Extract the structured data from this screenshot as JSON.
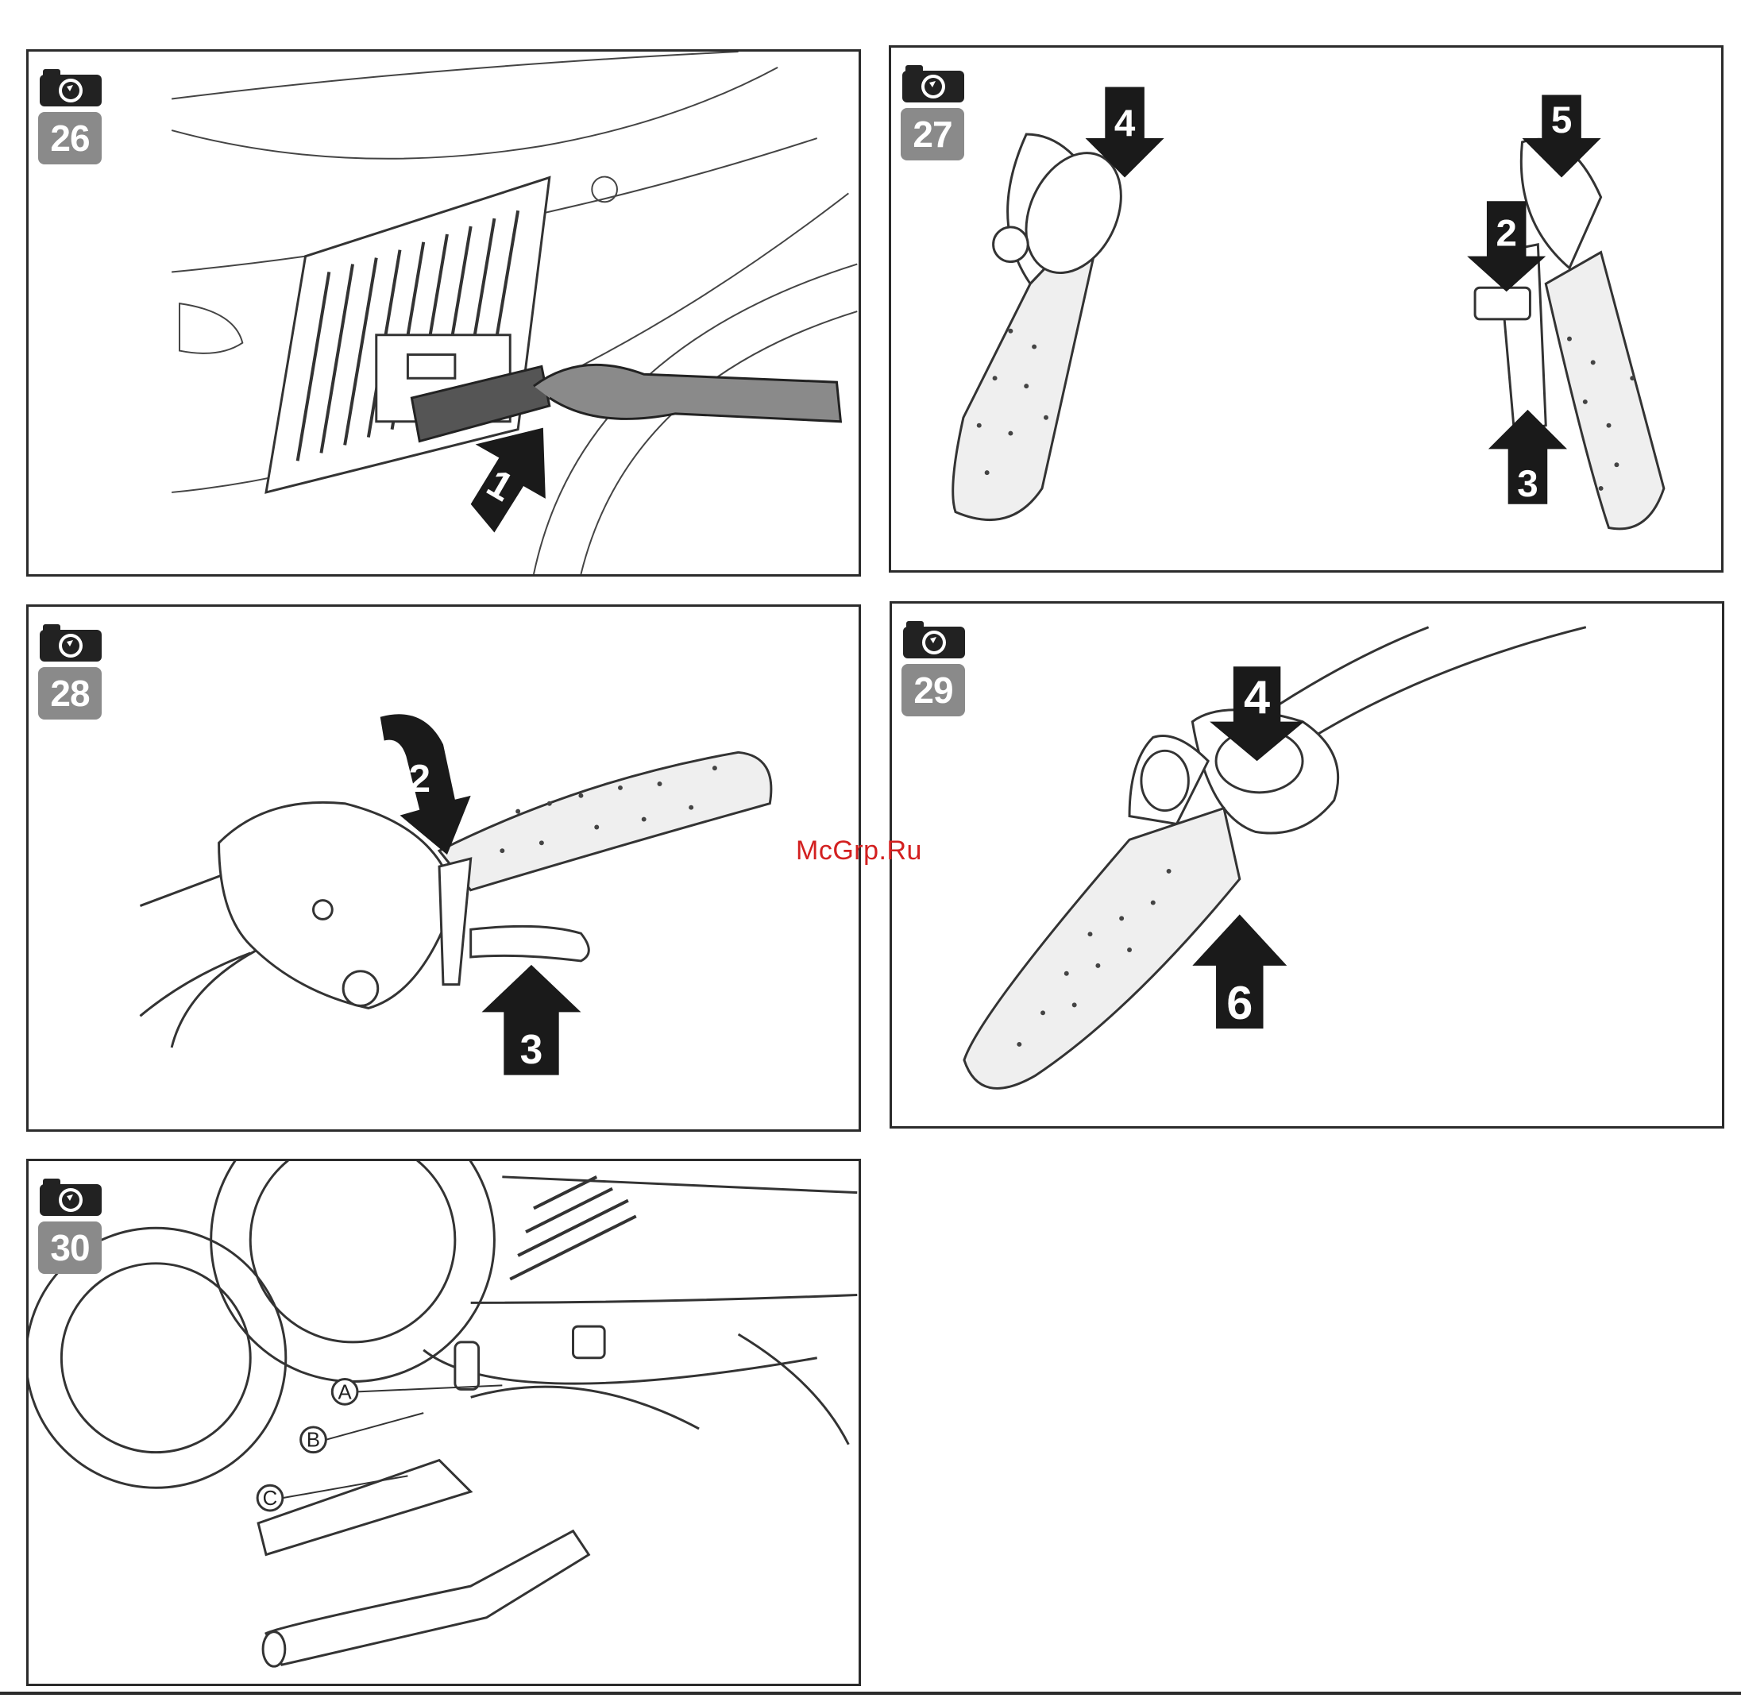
{
  "panels": [
    {
      "id": "p26",
      "number": "26",
      "arrows": [
        "1"
      ]
    },
    {
      "id": "p27",
      "number": "27",
      "arrows": [
        "4",
        "5",
        "2",
        "3"
      ]
    },
    {
      "id": "p28",
      "number": "28",
      "arrows": [
        "2",
        "3"
      ]
    },
    {
      "id": "p29",
      "number": "29",
      "arrows": [
        "4",
        "6"
      ]
    },
    {
      "id": "p30",
      "number": "30",
      "callouts": [
        "A",
        "B",
        "C"
      ]
    }
  ],
  "watermark": "McGrp.Ru",
  "icons": {
    "badge": "camera-icon"
  }
}
